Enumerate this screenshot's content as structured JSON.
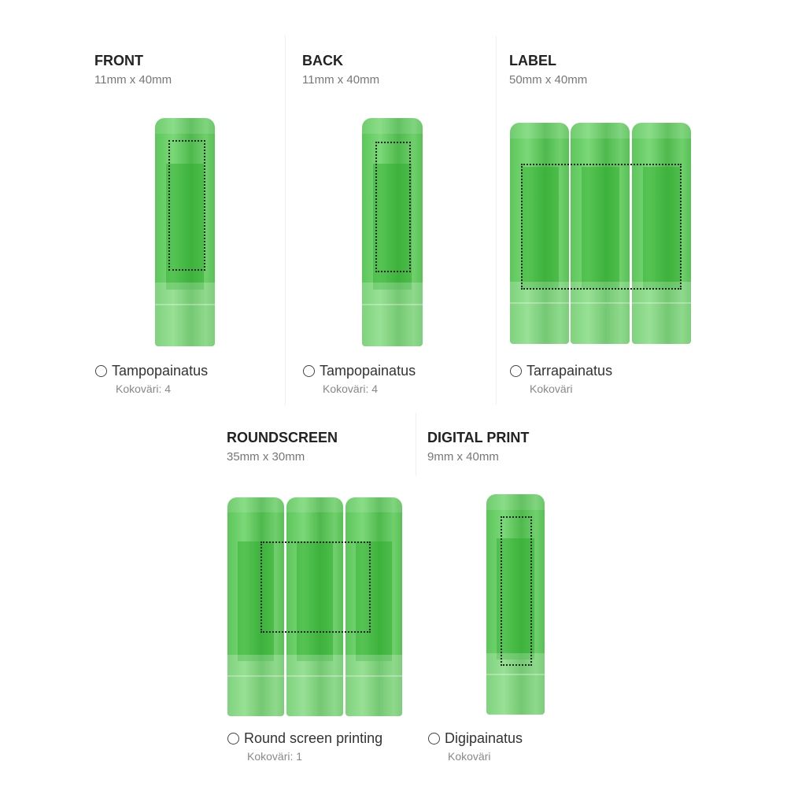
{
  "panels": [
    {
      "title": "FRONT",
      "size": "11mm x 40mm",
      "option": "Tampopainatus",
      "colors": "Kokoväri: 4"
    },
    {
      "title": "BACK",
      "size": "11mm x 40mm",
      "option": "Tampopainatus",
      "colors": "Kokoväri: 4"
    },
    {
      "title": "LABEL",
      "size": "50mm x 40mm",
      "option": "Tarrapainatus",
      "colors": "Kokoväri"
    },
    {
      "title": "ROUNDSCREEN",
      "size": "35mm x 30mm",
      "option": "Round screen printing",
      "colors": "Kokoväri: 1"
    },
    {
      "title": "DIGITAL PRINT",
      "size": "9mm x 40mm",
      "option": "Digipainatus",
      "colors": "Kokoväri"
    }
  ],
  "colors": {
    "product": "#5cc65a",
    "text": "#222222",
    "muted": "#777777"
  }
}
